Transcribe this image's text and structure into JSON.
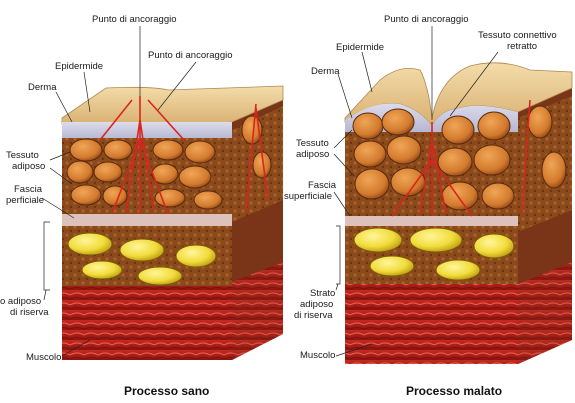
{
  "healthy": {
    "caption": "Processo sano",
    "labels": {
      "anchor_point": "Punto di ancoraggio",
      "anchor_point_2": "Punto di ancoraggio",
      "epidermis": "Epidermide",
      "dermis": "Derma",
      "adipose_tissue_1": "Tessuto",
      "adipose_tissue_2": "adiposo",
      "fascia_1": "Fascia",
      "fascia_2": "perficiale",
      "reserve_1": "o adiposo",
      "reserve_2": "di riserva",
      "muscle": "Muscolo"
    }
  },
  "diseased": {
    "caption": "Processo malato",
    "labels": {
      "anchor_point": "Punto di ancoraggio",
      "epidermis": "Epidermide",
      "dermis": "Derma",
      "retracted_1": "Tessuto connettivo",
      "retracted_2": "retratto",
      "adipose_tissue_1": "Tessuto",
      "adipose_tissue_2": "adiposo",
      "fascia_1": "Fascia",
      "fascia_2": "superficiale",
      "reserve_1": "Strato",
      "reserve_2": "adiposo",
      "reserve_3": "di riserva",
      "muscle": "Muscolo"
    }
  },
  "colors": {
    "skin": "#e8c88a",
    "dermis": "#c9c9e0",
    "fat_lobule": "#d9893a",
    "fat_bg": "#7a3a18",
    "fascia": "#e2c6c0",
    "reserve_fat": "#f2e04a",
    "muscle": "#b8201c",
    "septa": "#d8261e"
  }
}
